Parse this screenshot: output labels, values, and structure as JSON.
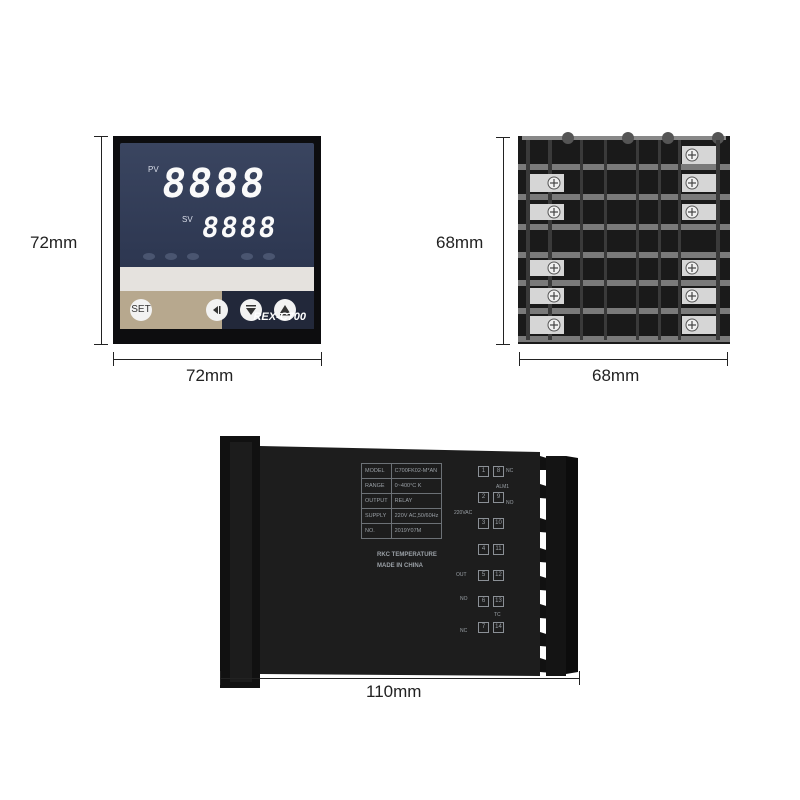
{
  "front_view": {
    "pv_label": "PV",
    "sv_label": "SV",
    "pv_display": "8888",
    "sv_display": "8888",
    "set_button": "SET",
    "model": "REX-C700",
    "width_label": "72mm",
    "height_label": "72mm"
  },
  "back_view": {
    "width_label": "68mm",
    "height_label": "68mm"
  },
  "side_view": {
    "length_label": "110mm",
    "spec_rows": [
      [
        "MODEL",
        "C700FK02-M*AN"
      ],
      [
        "RANGE",
        "0~400°C   K"
      ],
      [
        "OUTPUT",
        "RELAY"
      ],
      [
        "SUPPLY",
        "220V AC,50/60Hz"
      ],
      [
        "NO.",
        "2019Y07M"
      ]
    ],
    "brand": "RKC TEMPERATURE",
    "origin": "MADE IN CHINA",
    "terminals_left": [
      "1",
      "2",
      "3",
      "4",
      "5",
      "6",
      "7"
    ],
    "terminals_right": [
      "8",
      "9",
      "10",
      "11",
      "12",
      "13",
      "14"
    ],
    "terminal_notes": [
      "NC",
      "ALM1",
      "NO",
      "220VAC",
      "OUT",
      "NO",
      "TC",
      "NC"
    ]
  }
}
